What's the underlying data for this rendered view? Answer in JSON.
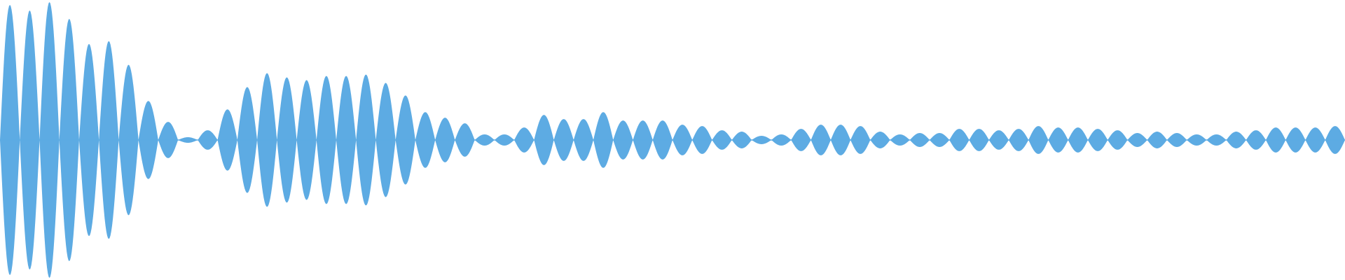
{
  "chart_data": {
    "type": "area",
    "waveform_color": "#5DABE3",
    "background": "#FFFFFF",
    "baseline": 0,
    "ylim": [
      -1,
      1
    ],
    "series": [
      {
        "lobe_amplitudes": [
          0.97,
          0.93,
          0.99,
          0.87,
          0.69,
          0.71,
          0.54,
          0.28,
          0.13,
          0.02,
          0.07,
          0.22,
          0.38,
          0.48,
          0.45,
          0.43,
          0.46,
          0.46,
          0.47,
          0.41,
          0.32,
          0.2,
          0.16,
          0.12,
          0.04,
          0.04,
          0.09,
          0.18,
          0.15,
          0.15,
          0.2,
          0.14,
          0.14,
          0.14,
          0.11,
          0.1,
          0.07,
          0.06,
          0.03,
          0.04,
          0.08,
          0.11,
          0.11,
          0.1,
          0.06,
          0.04,
          0.05,
          0.05,
          0.08,
          0.08,
          0.07,
          0.08,
          0.1,
          0.09,
          0.09,
          0.08,
          0.07,
          0.05,
          0.06,
          0.05,
          0.04,
          0.04,
          0.06,
          0.07,
          0.09,
          0.09,
          0.09,
          0.1
        ]
      }
    ]
  }
}
